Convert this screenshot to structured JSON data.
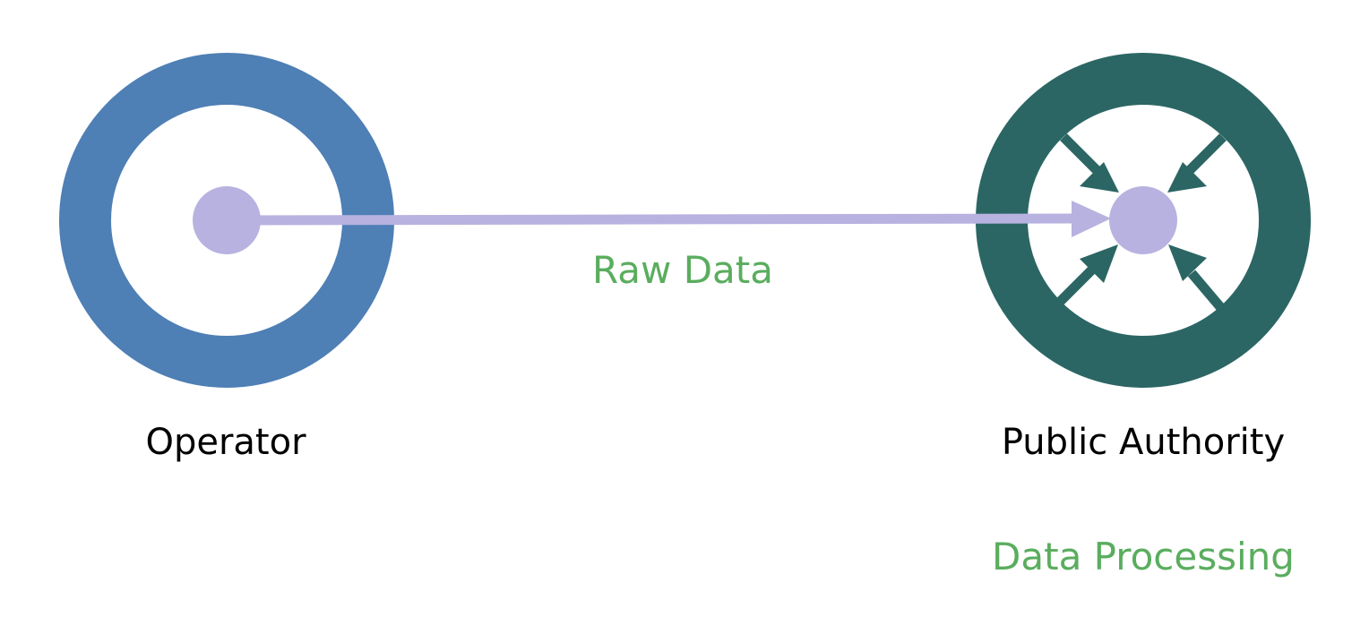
{
  "nodes": {
    "operator": {
      "label": "Operator",
      "ring_color": "#4e7fb5"
    },
    "public_authority": {
      "label": "Public Authority",
      "ring_color": "#2b6664"
    }
  },
  "edge": {
    "label": "Raw Data",
    "color": "#b8b2e0"
  },
  "process": {
    "label": "Data Processing"
  },
  "colors": {
    "label_accent": "#5aad5e",
    "dot": "#b8b2e0",
    "inward_arrows": "#2b6664"
  }
}
